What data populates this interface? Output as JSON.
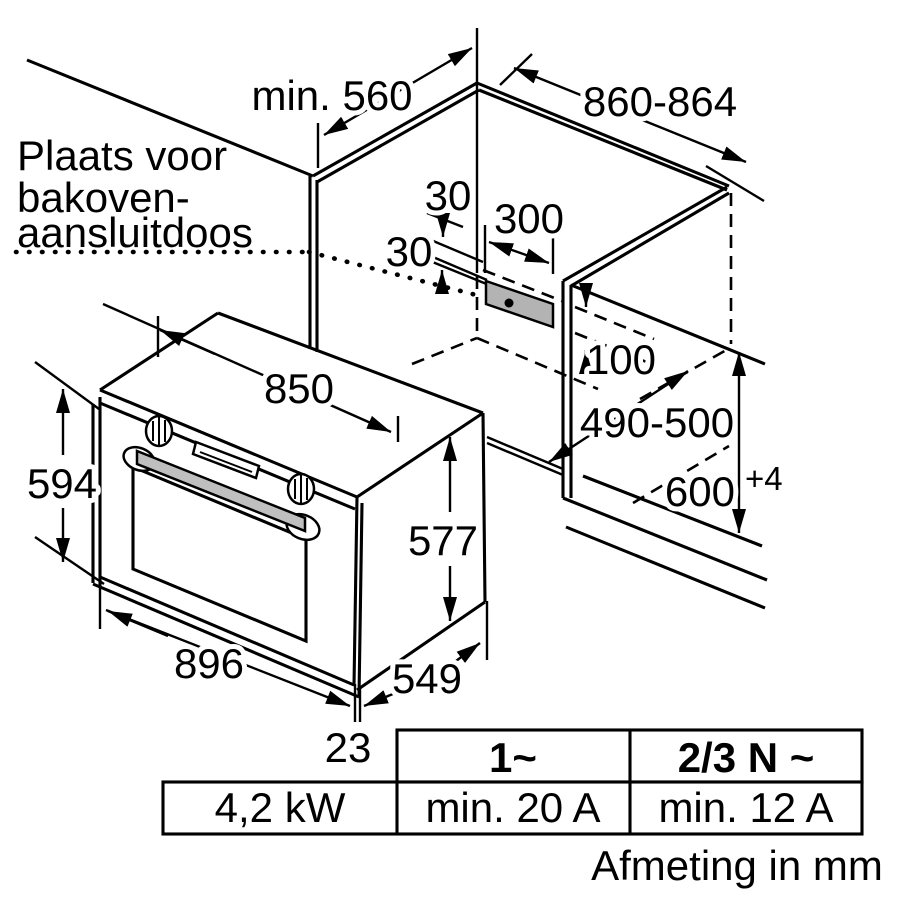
{
  "note": {
    "line1": "Plaats voor",
    "line2": "bakoven-",
    "line3": "aansluitdoos"
  },
  "dims": {
    "niche_depth": "min. 560",
    "cabinet_width": "860-864",
    "box_offset_a": "30",
    "box_offset_b": "30",
    "box_width": "300",
    "box_floor_gap": "100",
    "niche_width": "850",
    "rear_clearance": "490-500",
    "worktop_height": "600",
    "worktop_height_tolerance": "+4",
    "oven_front_height": "594",
    "oven_body_height": "577",
    "oven_width": "896",
    "oven_depth": "549",
    "door_offset": "23"
  },
  "table": {
    "power": "4,2 kW",
    "phase1_header": "1~",
    "phase23_header": "2/3 N ~",
    "phase1_fuse": "min. 20 A",
    "phase23_fuse": "min. 12 A"
  },
  "footer": {
    "units": "Afmeting in mm"
  },
  "colors": {
    "line": "#000000",
    "connection_box": "#b3b3b3",
    "handle": "#bfbfbf"
  }
}
